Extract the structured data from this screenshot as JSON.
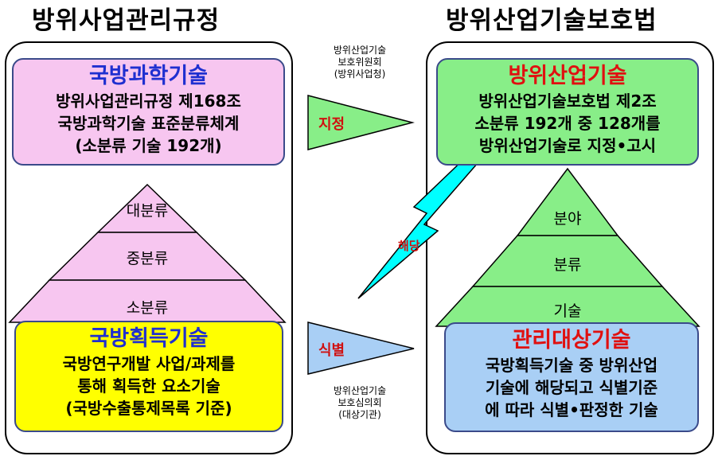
{
  "left": {
    "title": "방위사업관리규정",
    "top_box": {
      "head": "국방과학기술",
      "lines": [
        "방위사업관리규정 제168조",
        "국방과학기술 표준분류체계",
        "(소분류 기술 192개)"
      ]
    },
    "pyramid": [
      "대분류",
      "중분류",
      "소분류"
    ],
    "bottom_box": {
      "head": "국방획득기술",
      "lines": [
        "국방연구개발 사업/과제를",
        "통해 획득한 요소기술",
        "(국방수출통제목록 기준)"
      ]
    }
  },
  "right": {
    "title": "방위산업기술보호법",
    "top_box": {
      "head": "방위산업기술",
      "lines": [
        "방위산업기술보호법 제2조",
        "소분류 192개 중 128개를",
        "방위산업기술로 지정•고시"
      ]
    },
    "pyramid": [
      "분야",
      "분류",
      "기술"
    ],
    "bottom_box": {
      "head": "관리대상기술",
      "lines": [
        "국방획득기술 중 방위산업",
        "기술에 해당되고 식별기준",
        "에 따라 식별•판정한 기술"
      ]
    }
  },
  "middle": {
    "top_note": [
      "방위산업기술",
      "보호위원회",
      "(방위사업청)"
    ],
    "top_arrow_label": "지정",
    "bolt_label": "해당",
    "bottom_arrow_label": "식별",
    "bottom_note": [
      "방위산업기술",
      "보호심의회",
      "(대상기관)"
    ]
  },
  "colors": {
    "pink": "#f7c6f0",
    "yellow": "#ffff00",
    "green": "#88ee88",
    "blue": "#a9cff5",
    "cyan": "#00ffff",
    "label_red": "#d01010",
    "head_blue": "#1f2fd0",
    "head_red": "#e01010"
  }
}
